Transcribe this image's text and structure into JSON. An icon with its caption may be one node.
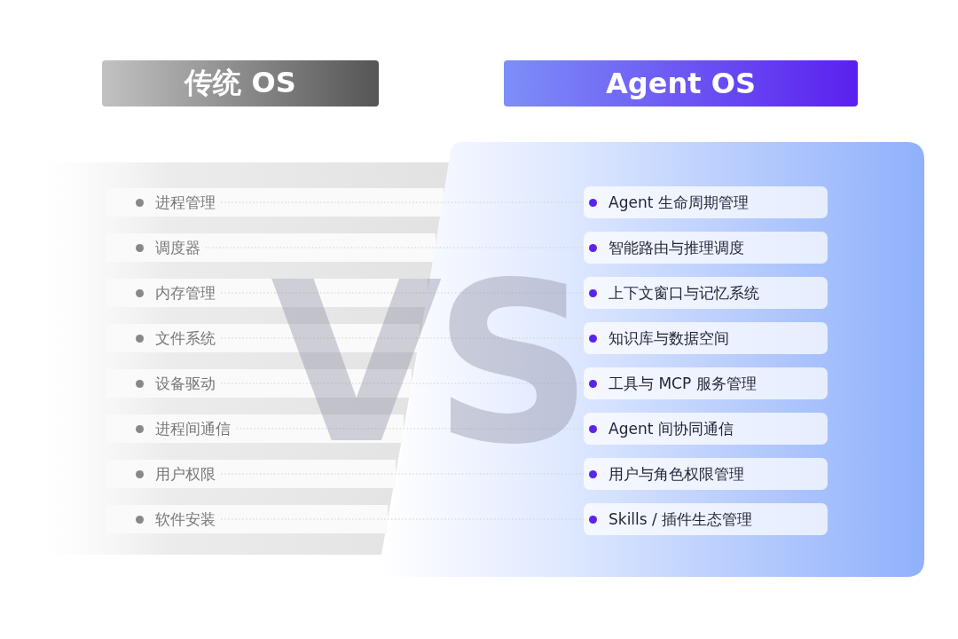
{
  "diagram": {
    "nodes": [
      {
        "text": [
          "传统 OS"
        ]
      },
      {
        "text": [
          "Agent OS"
        ]
      },
      {
        "text": [
          "进程管理"
        ]
      },
      {
        "text": [
          "Agent 生命周期管理"
        ]
      },
      {
        "text": [
          "调度器"
        ]
      },
      {
        "text": [
          "智能路由与推理调度"
        ]
      },
      {
        "text": [
          "内存管理"
        ]
      },
      {
        "text": [
          "上下文窗口与记忆系统"
        ]
      },
      {
        "text": [
          "文件系统"
        ]
      },
      {
        "text": [
          "知识库与数据空间"
        ]
      },
      {
        "text": [
          "设备驱动"
        ]
      },
      {
        "text": [
          "工具与 MCP 服务管理"
        ]
      },
      {
        "text": [
          "进程间通信"
        ]
      },
      {
        "text": [
          "Agent 间协同通信"
        ]
      },
      {
        "text": [
          "用户权限"
        ]
      },
      {
        "text": [
          "用户与角色权限管理"
        ]
      },
      {
        "text": [
          "软件安装"
        ]
      },
      {
        "text": [
          "Skills / 插件生态管理"
        ]
      }
    ],
    "edges": [
      {
        "from": 2,
        "to": 3,
        "arrow": "none",
        "style": "dashed"
      },
      {
        "from": 4,
        "to": 5,
        "arrow": "none",
        "style": "dashed"
      },
      {
        "from": 6,
        "to": 7,
        "arrow": "none",
        "style": "dashed"
      },
      {
        "from": 8,
        "to": 9,
        "arrow": "none",
        "style": "dashed"
      },
      {
        "from": 10,
        "to": 11,
        "arrow": "none",
        "style": "dashed"
      },
      {
        "from": 12,
        "to": 13,
        "arrow": "none",
        "style": "dashed"
      },
      {
        "from": 14,
        "to": 15,
        "arrow": "none",
        "style": "dashed"
      },
      {
        "from": 16,
        "to": 17,
        "arrow": "none",
        "style": "dashed"
      }
    ],
    "labels": [
      "VS"
    ]
  }
}
